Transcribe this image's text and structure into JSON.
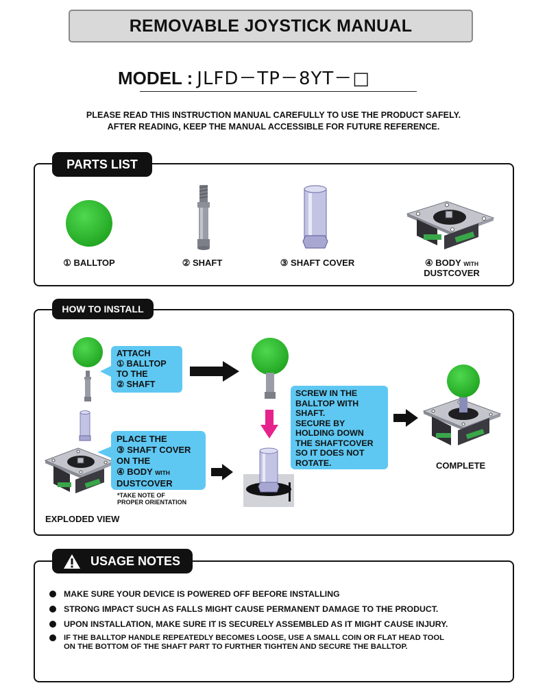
{
  "header": {
    "title": "REMOVABLE JOYSTICK MANUAL",
    "model_label": "MODEL :",
    "model_code": "JLFD－TP－8YT－□"
  },
  "intro": {
    "line1": "PLEASE READ THIS INSTRUCTION MANUAL CAREFULLY TO USE THE PRODUCT SAFELY.",
    "line2": "AFTER READING, KEEP THE MANUAL ACCESSIBLE FOR FUTURE REFERENCE."
  },
  "parts": {
    "tab": "PARTS LIST",
    "items": [
      {
        "label": "① BALLTOP"
      },
      {
        "label": "② SHAFT"
      },
      {
        "label": "③ SHAFT COVER"
      },
      {
        "label": "④ BODY",
        "suffix": "WITH",
        "label2": "DUSTCOVER"
      }
    ]
  },
  "install": {
    "tab": "HOW TO INSTALL",
    "step1": [
      "ATTACH",
      "① BALLTOP",
      "TO THE",
      "② SHAFT"
    ],
    "step2": [
      "PLACE THE",
      "③ SHAFT COVER",
      "ON THE",
      "④ BODY",
      "WITH",
      "DUSTCOVER"
    ],
    "note": [
      "*TAKE NOTE OF",
      "PROPER ORIENTATION"
    ],
    "step3": [
      "SCREW IN THE",
      "BALLTOP WITH",
      "SHAFT.",
      "SECURE BY",
      "HOLDING DOWN",
      "THE SHAFTCOVER",
      "SO IT DOES NOT",
      "ROTATE."
    ],
    "exploded_label": "EXPLODED VIEW",
    "complete_label": "COMPLETE"
  },
  "usage": {
    "tab": "USAGE NOTES",
    "items": [
      "MAKE SURE YOUR DEVICE IS POWERED OFF BEFORE INSTALLING",
      "STRONG IMPACT SUCH AS FALLS MIGHT CAUSE PERMANENT DAMAGE TO THE PRODUCT.",
      "UPON INSTALLATION, MAKE SURE IT IS SECURELY ASSEMBLED AS IT MIGHT CAUSE INJURY.",
      "IF THE BALLTOP HANDLE REPEATEDLY BECOMES LOOSE, USE A SMALL COIN OR FLAT HEAD TOOL",
      "ON THE BOTTOM OF THE SHAFT PART TO FURTHER TIGHTEN AND SECURE THE BALLTOP."
    ]
  },
  "colors": {
    "ball_green": "#3cc43c",
    "callout_blue": "#5ec8f2",
    "arrow_pink": "#e6228c"
  }
}
